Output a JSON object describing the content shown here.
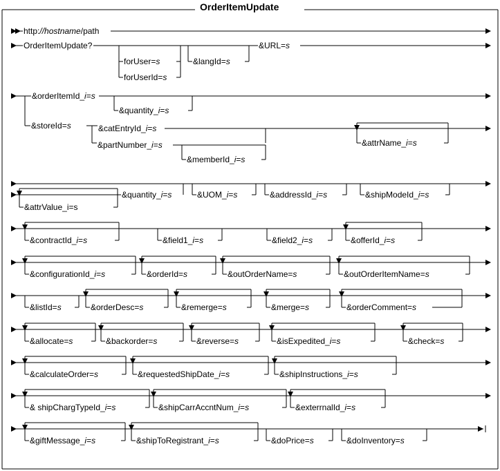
{
  "diagram": {
    "title": "OrderItemUpdate",
    "type": "railroad-syntax-diagram",
    "colors": {
      "line": "#000000",
      "background": "#ffffff",
      "text": "#000000"
    },
    "rows": [
      {
        "id": "row-url",
        "main": [
          {
            "label": "http://",
            "italic_part": "hostname",
            "label_tail": "/path",
            "kind": "terminal"
          }
        ]
      },
      {
        "id": "row-command",
        "main": [
          {
            "label": "OrderItemUpdate?",
            "kind": "terminal"
          },
          {
            "label": "&URL=s",
            "kind": "required"
          }
        ],
        "branches": [
          {
            "label": "forUser=s",
            "kind": "optional-alt"
          },
          {
            "label": "forUserId=s",
            "kind": "optional-alt"
          },
          {
            "label": "&langId=s",
            "kind": "optional"
          }
        ]
      },
      {
        "id": "row-orderitemid",
        "alts": [
          {
            "label": "&orderItemId_i=s",
            "kind": "alt"
          },
          {
            "label": "&quantity_i=s",
            "kind": "optional"
          },
          {
            "label": "&storeId=s",
            "kind": "alt"
          },
          {
            "label": "&catEntryId_i=s",
            "kind": "alt"
          },
          {
            "label": "&partNumber_i=s",
            "kind": "alt"
          },
          {
            "label": "&memberId_i=s",
            "kind": "optional"
          },
          {
            "label": "&attrName_i=s",
            "kind": "optional-loop"
          }
        ]
      },
      {
        "id": "row-attrvalue",
        "items": [
          {
            "label": "&attrValue_i=s",
            "kind": "optional-loop"
          },
          {
            "label": "&quantity_i=s",
            "kind": "optional"
          },
          {
            "label": "&UOM_i=s",
            "kind": "optional"
          },
          {
            "label": "&addressId_i=s",
            "kind": "optional"
          },
          {
            "label": "&shipModeId_i=s",
            "kind": "optional"
          }
        ]
      },
      {
        "id": "row-contract",
        "items": [
          {
            "label": "&contractId_i=s",
            "kind": "optional-loop"
          },
          {
            "label": "&field1_i=s",
            "kind": "optional"
          },
          {
            "label": "&field2_i=s",
            "kind": "optional"
          },
          {
            "label": "&offerId_i=s",
            "kind": "optional-loop"
          }
        ]
      },
      {
        "id": "row-configuration",
        "items": [
          {
            "label": "&configurationId_i=s",
            "kind": "optional-loop"
          },
          {
            "label": "&orderId=s",
            "kind": "optional-loop"
          },
          {
            "label": "&outOrderName=s",
            "kind": "optional-loop"
          },
          {
            "label": "&outOrderItemName=s",
            "kind": "optional-loop"
          }
        ]
      },
      {
        "id": "row-list",
        "items": [
          {
            "label": "&listId=s",
            "kind": "optional"
          },
          {
            "label": "&orderDesc=s",
            "kind": "optional-loop"
          },
          {
            "label": "&remerge=s",
            "kind": "optional-loop"
          },
          {
            "label": "&merge=s",
            "kind": "optional-loop"
          },
          {
            "label": "&orderComment=s",
            "kind": "optional-loop"
          }
        ]
      },
      {
        "id": "row-allocate",
        "items": [
          {
            "label": "&allocate=s",
            "kind": "optional-loop"
          },
          {
            "label": "&backorder=s",
            "kind": "optional-loop"
          },
          {
            "label": "&reverse=s",
            "kind": "optional-loop"
          },
          {
            "label": "&isExpedited_i=s",
            "kind": "optional-loop"
          },
          {
            "label": "&check=s",
            "kind": "optional-loop"
          }
        ]
      },
      {
        "id": "row-calculate",
        "items": [
          {
            "label": "&calculateOrder=s",
            "kind": "optional-loop"
          },
          {
            "label": "&requestedShipDate_i=s",
            "kind": "optional-loop"
          },
          {
            "label": "&shipInstructions_i=s",
            "kind": "optional-loop"
          }
        ]
      },
      {
        "id": "row-shipcharg",
        "items": [
          {
            "label": "& shipChargTypeId_i=s",
            "kind": "optional-loop"
          },
          {
            "label": "&shipCarrAccntNum_i=s",
            "kind": "optional-loop"
          },
          {
            "label": "&exterrnalId_i=s",
            "kind": "optional-loop"
          }
        ]
      },
      {
        "id": "row-gift",
        "items": [
          {
            "label": "&giftMessage_i=s",
            "kind": "optional-loop"
          },
          {
            "label": "&shipToRegistrant_i=s",
            "kind": "optional-loop"
          },
          {
            "label": "&doPrice=s",
            "kind": "optional"
          },
          {
            "label": "&doInventory=s",
            "kind": "optional"
          }
        ]
      }
    ],
    "labels": {
      "url_prefix": "http:",
      "url_sep": "//",
      "url_host": "hostname",
      "url_path": "/path",
      "command": "OrderItemUpdate?",
      "for_user": "forUser=",
      "for_userid": "forUserId=",
      "lang_id": "&langId=",
      "url_param": "&URL=",
      "order_item_id": "&orderItemId_",
      "quantity": "&quantity_",
      "store_id": "&storeId=",
      "cat_entry_id": "&catEntryId_",
      "part_number": "&partNumber_",
      "member_id": "&memberId_",
      "attr_name": "&attrName_",
      "attr_value": "&attrValue_i=s",
      "uom": "&UOM_",
      "address_id": "&addressId_",
      "ship_mode_id": "&shipModeId_",
      "contract_id": "&contractId_",
      "field1": "&field1_",
      "field2": "&field2_",
      "offer_id": "&offerId_",
      "configuration_id": "&configurationId_",
      "order_id": "&orderId=",
      "out_order_name": "&outOrderName=",
      "out_order_item_name": "&outOrderItemName=",
      "list_id": "&listId=",
      "order_desc": "&orderDesc=",
      "remerge": "&remerge=",
      "merge": "&merge=",
      "order_comment": "&orderComment=",
      "allocate": "&allocate=",
      "backorder": "&backorder=",
      "reverse": "&reverse=",
      "is_expedited": "&isExpedited_",
      "check": "&check=",
      "calculate_order": "&calculateOrder=",
      "requested_ship_date": "&requestedShipDate_",
      "ship_instructions": "&shipInstructions_",
      "ship_charg_type_id": "& shipChargTypeId_",
      "ship_carr_accnt_num": "&shipCarrAccntNum_",
      "exterrnal_id": "&exterrnalId_",
      "gift_message": "&giftMessage_",
      "ship_to_registrant": "&shipToRegistrant_",
      "do_price": "&doPrice=",
      "do_inventory": "&doInventory=",
      "i_var": "i",
      "s_var": "s",
      "eq": "="
    }
  }
}
